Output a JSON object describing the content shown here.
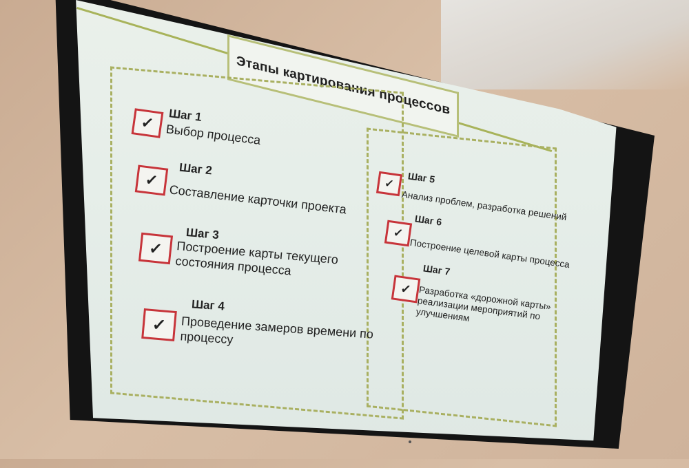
{
  "slide": {
    "title": "Этапы картирования процессов",
    "steps": [
      {
        "label": "Шаг 1",
        "text": "Выбор процесса"
      },
      {
        "label": "Шаг 2",
        "text": "Составление карточки проекта"
      },
      {
        "label": "Шаг 3",
        "text": "Построение карты текущего состояния процесса"
      },
      {
        "label": "Шаг 4",
        "text": "Проведение замеров времени по процессу"
      },
      {
        "label": "Шаг 5",
        "text": "Анализ проблем, разработка решений"
      },
      {
        "label": "Шаг 6",
        "text": "Построение целевой карты процесса"
      },
      {
        "label": "Шаг 7",
        "text": "Разработка «дорожной карты» реализации мероприятий по улучшениям"
      }
    ]
  },
  "colors": {
    "accent_green": "#a9b061",
    "check_red": "#c7343a",
    "screen_bg": "#e6eee9"
  },
  "icons": {
    "check": "✓"
  }
}
